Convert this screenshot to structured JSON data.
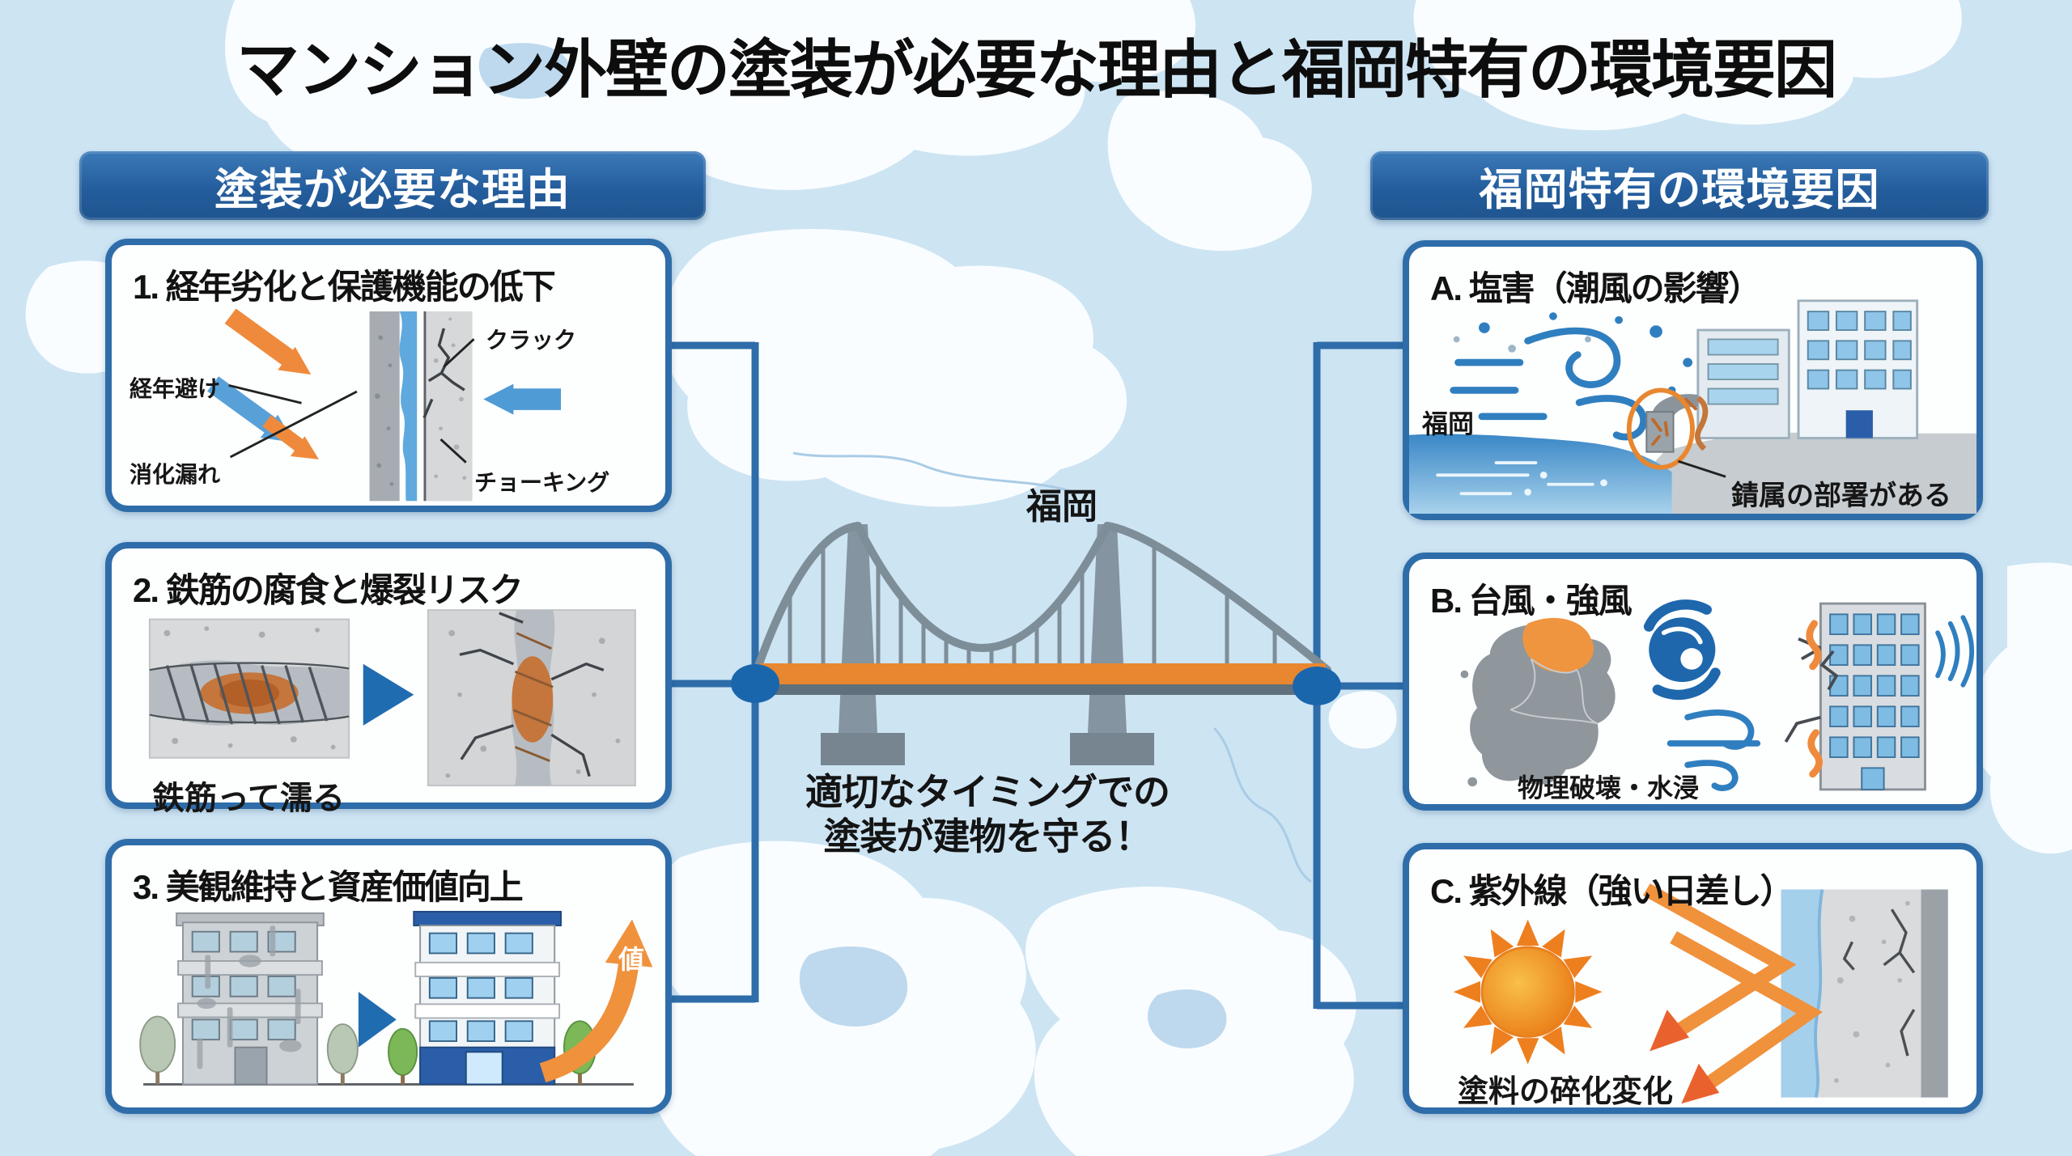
{
  "title": "マンション外壁の塗装が必要な理由と福岡特有の環境要因",
  "left": {
    "header": "塗装が必要な理由",
    "boxes": [
      {
        "title": "1. 経年劣化と保護機能の低下",
        "labels": {
          "top_left": "経年避け",
          "bottom_left": "消化漏れ",
          "top_right": "クラック",
          "bottom_right": "チョーキング"
        }
      },
      {
        "title": "2. 鉄筋の腐食と爆裂リスク",
        "caption": "鉄筋って濡る"
      },
      {
        "title": "3. 美観維持と資産価値向上",
        "value_label": "値"
      }
    ]
  },
  "right": {
    "header": "福岡特有の環境要因",
    "boxes": [
      {
        "title": "A. 塩害（潮風の影響）",
        "region_label": "福岡",
        "caption": "錆属の部署がある"
      },
      {
        "title": "B. 台風・強風",
        "caption": "物理破壊・水浸"
      },
      {
        "title": "C. 紫外線（強い日差し）",
        "caption": "塗料の碎化変化"
      }
    ]
  },
  "center": {
    "bridge_label": "福岡",
    "message_line1": "適切なタイミングでの",
    "message_line2": "塗装が建物を守る！"
  },
  "colors": {
    "accent_blue": "#2e6da9",
    "header_blue": "#245d9d",
    "node_blue": "#1a66ad",
    "arrow_orange": "#ef8a3d",
    "deck_orange": "#e8872f",
    "fukuoka_orange": "#f0953f",
    "typhoon_blue": "#1e67ad",
    "wind_blue": "#2f7fc0",
    "sea_background": "#cde4f3"
  }
}
